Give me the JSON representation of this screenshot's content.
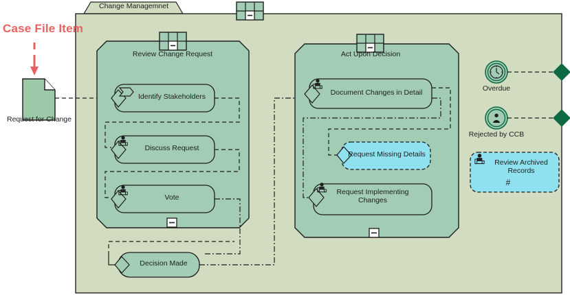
{
  "annotation": {
    "text": "Case File Item",
    "color": "#e8635f",
    "arrow_icon": "down-arrow-icon"
  },
  "case_file": {
    "label": "Request for Change",
    "icon": "document-icon",
    "fill": "#9cc9a8"
  },
  "case_plan": {
    "title": "Change Managemnet",
    "fill": "#d2dcc0",
    "stroke": "#222222",
    "marker_icon": "stage-collapsed-icon"
  },
  "stages": [
    {
      "name": "Review Change Request",
      "marker_icon": "stage-collapsed-icon",
      "collapse_icon": "minus-box-icon",
      "fill": "#a2cdb4",
      "tasks": [
        {
          "name": "Identify Stakeholders",
          "icon": "process-task-icon",
          "fill": "#a2cdb4",
          "border": "solid"
        },
        {
          "name": "Discuss Request",
          "icon": "human-task-icon",
          "fill": "#a2cdb4",
          "border": "solid"
        },
        {
          "name": "Vote",
          "icon": "human-task-icon",
          "fill": "#a2cdb4",
          "border": "solid"
        }
      ]
    },
    {
      "name": "Act Upon Decision",
      "marker_icon": "stage-collapsed-icon",
      "collapse_icon": "minus-box-icon",
      "fill": "#a2cdb4",
      "tasks": [
        {
          "name": "Document Changes in Detail",
          "icon": "human-task-icon",
          "fill": "#a2cdb4",
          "border": "solid"
        },
        {
          "name": "Request Missing Details",
          "icon": "decision-task-icon",
          "fill": "#8fe1ef",
          "border": "dashed"
        },
        {
          "name": "Request Implementing Changes",
          "icon": "human-task-icon",
          "fill": "#a2cdb4",
          "border": "solid"
        }
      ]
    }
  ],
  "milestones": [
    {
      "label": "Overdue",
      "icon": "timer-event-icon",
      "marker_icon": "milestone-diamond-icon",
      "color": "#0d6b43"
    },
    {
      "label": "Rejected by CCB",
      "icon": "user-event-icon",
      "marker_icon": "milestone-diamond-icon",
      "color": "#0d6b43"
    }
  ],
  "discretionary_task": {
    "name": "Review Archived Records",
    "icon": "human-task-icon",
    "repetition_marker": "#",
    "fill": "#8fe1ef",
    "border": "dashed"
  },
  "milestone_node": {
    "name": "Decision Made",
    "icon": "decision-task-icon",
    "fill": "#a2cdb4",
    "border": "solid"
  },
  "colors": {
    "plan_fill": "#d2dcc0",
    "stage_fill": "#a2cdb4",
    "highlight_fill": "#8fe1ef",
    "milestone_green": "#0d6b43",
    "line": "#1d1d1d",
    "annotation_red": "#e8635f"
  }
}
